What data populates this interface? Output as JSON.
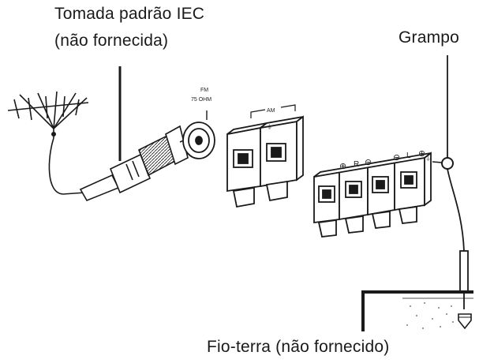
{
  "labels": {
    "socket_line1": "Tomada padrão IEC",
    "socket_line2": "(não fornecida)",
    "clamp": "Grampo",
    "ground_wire": "Fio-terra (não fornecido)",
    "fm_line1": "FM",
    "fm_line2": "75 OHM",
    "am": "AM",
    "ground_symbol": "⏚",
    "r": "R",
    "l": "L",
    "plus": "⊕",
    "minus": "⊖"
  },
  "colors": {
    "line": "#1a1a1a",
    "fill": "#ffffff",
    "shade": "#9a9a9a"
  }
}
